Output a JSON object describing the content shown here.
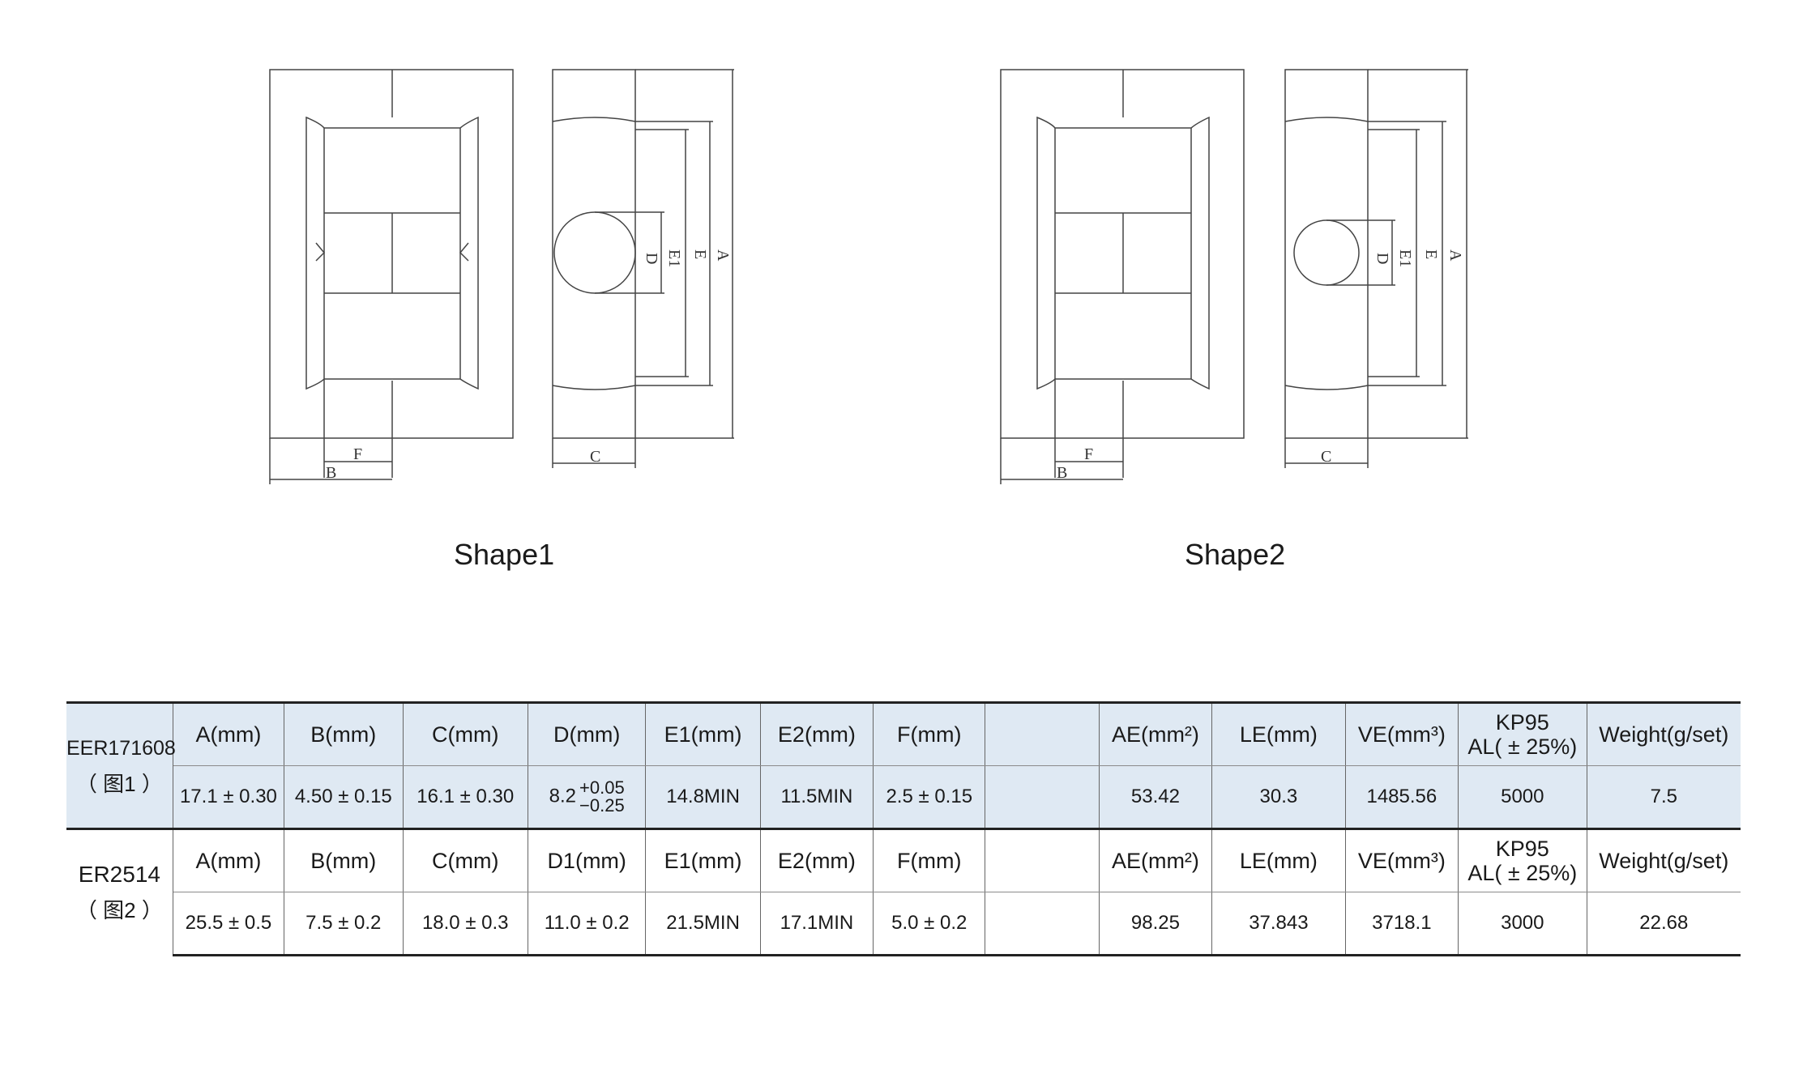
{
  "shapes": [
    {
      "caption": "Shape1",
      "dims": {
        "B": "B",
        "F": "F",
        "C": "C",
        "D": "D",
        "E1": "E1",
        "E": "E",
        "A": "A"
      }
    },
    {
      "caption": "Shape2",
      "dims": {
        "B": "B",
        "F": "F",
        "C": "C",
        "D": "D",
        "E1": "E1",
        "E": "E",
        "A": "A"
      }
    }
  ],
  "table": {
    "rows": [
      {
        "model_line1": "EER171608",
        "model_line2": "（ 图1 ）",
        "headers": [
          "A(mm)",
          "B(mm)",
          "C(mm)",
          "D(mm)",
          "E1(mm)",
          "E2(mm)",
          "F(mm)",
          "",
          "AE(mm²)",
          "LE(mm)",
          "VE(mm³)",
          "KP95",
          "Weight(g/set)"
        ],
        "kp_sub": "AL( ± 25%)",
        "values": [
          "17.1 ± 0.30",
          "4.50 ± 0.15",
          "16.1 ± 0.30",
          "8.2",
          "14.8MIN",
          "11.5MIN",
          "2.5 ± 0.15",
          "",
          "53.42",
          "30.3",
          "1485.56",
          "5000",
          "7.5"
        ],
        "d_tol_plus": "+0.05",
        "d_tol_minus": "−0.25"
      },
      {
        "model_line1": "ER2514",
        "model_line2": "（ 图2 ）",
        "headers": [
          "A(mm)",
          "B(mm)",
          "C(mm)",
          "D1(mm)",
          "E1(mm)",
          "E2(mm)",
          "F(mm)",
          "",
          "AE(mm²)",
          "LE(mm)",
          "VE(mm³)",
          "KP95",
          "Weight(g/set)"
        ],
        "kp_sub": "AL( ± 25%)",
        "values": [
          "25.5 ± 0.5",
          "7.5 ± 0.2",
          "18.0 ± 0.3",
          "11.0 ± 0.2",
          "21.5MIN",
          "17.1MIN",
          "5.0 ± 0.2",
          "",
          "98.25",
          "37.843",
          "3718.1",
          "3000",
          "22.68"
        ]
      }
    ]
  }
}
